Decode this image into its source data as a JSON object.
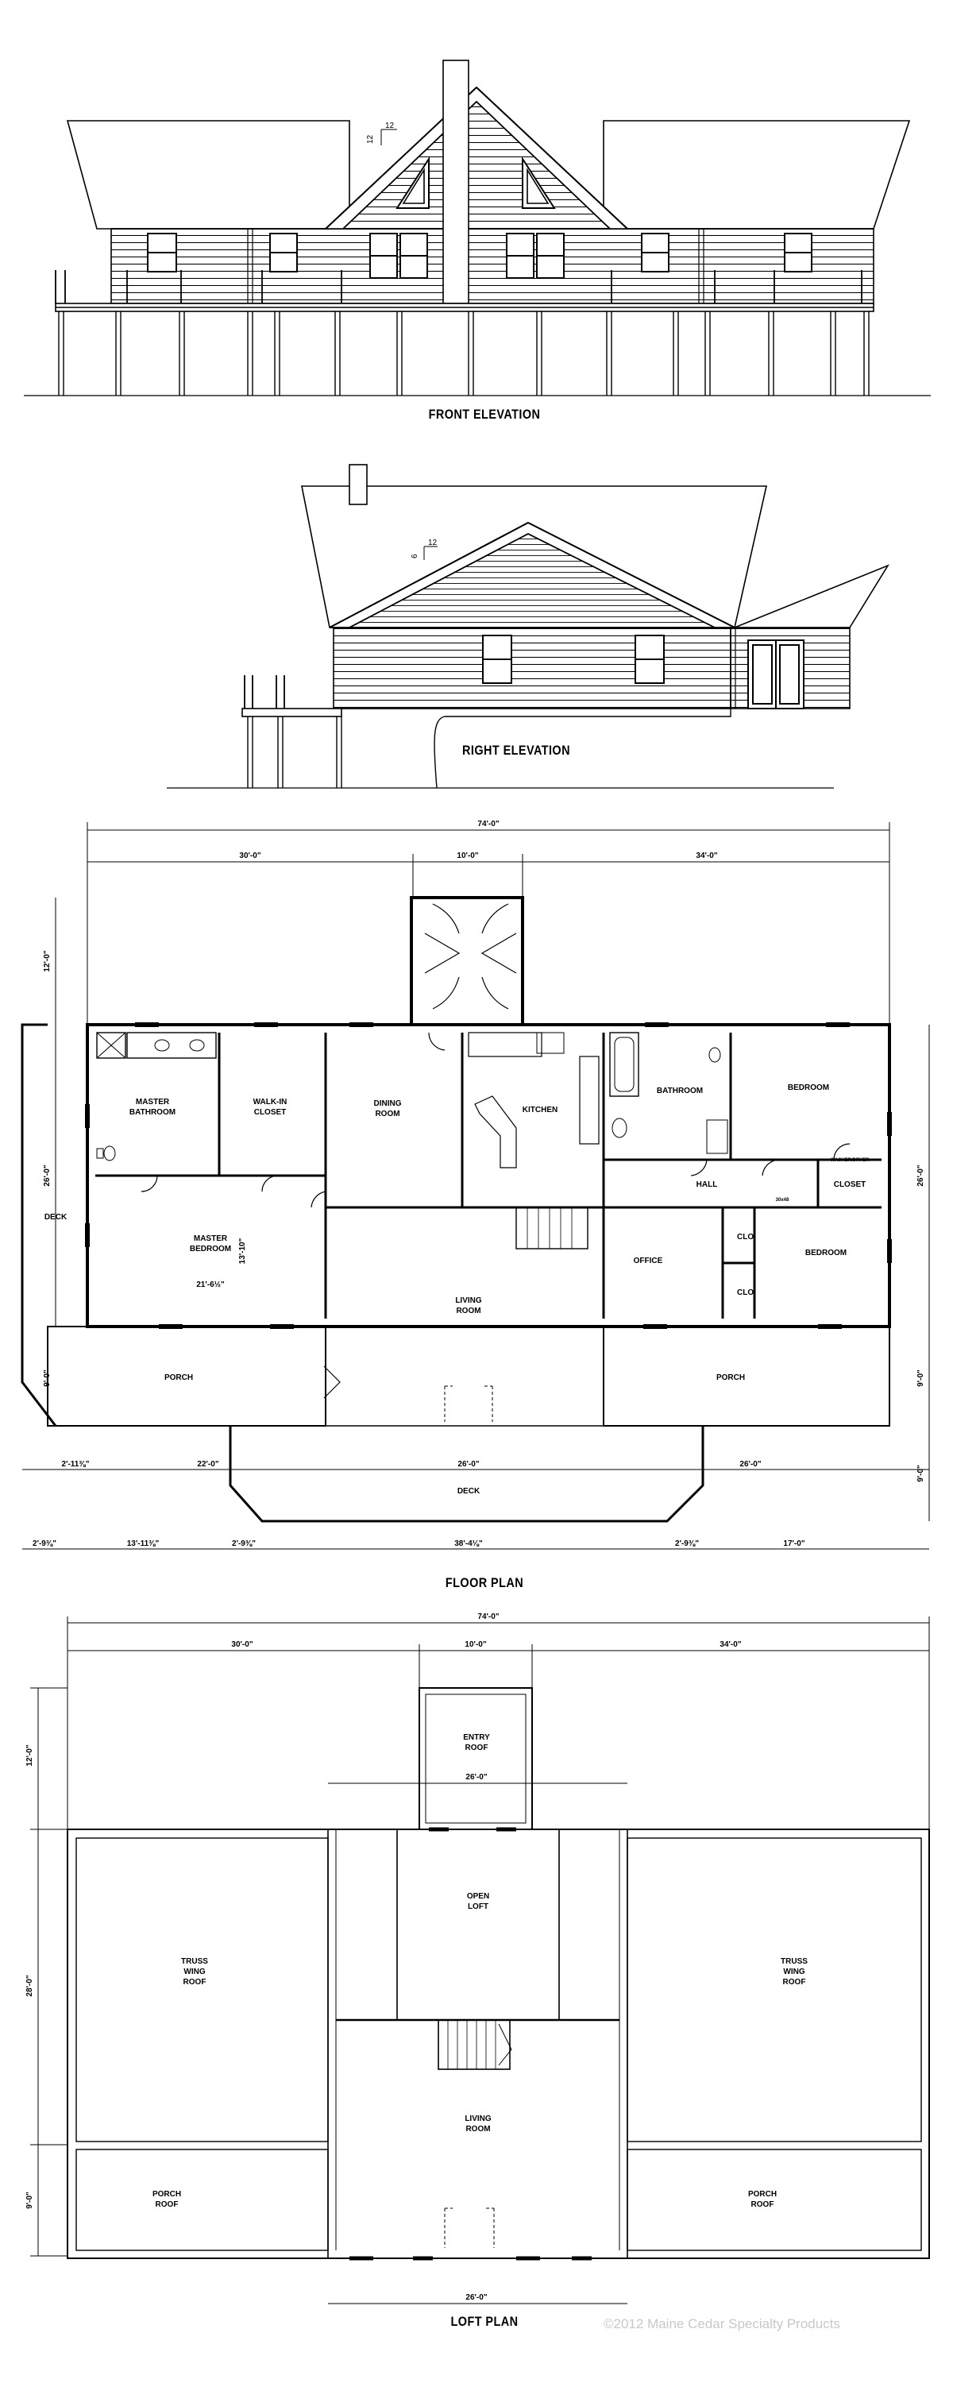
{
  "captions": {
    "front_elevation": "FRONT ELEVATION",
    "right_elevation": "RIGHT ELEVATION",
    "floor_plan": "FLOOR PLAN",
    "loft_plan": "LOFT PLAN"
  },
  "pitch": {
    "front_rise": "12",
    "front_run": "12",
    "right_rise": "6",
    "right_run": "12"
  },
  "floor_plan": {
    "rooms": {
      "master_bathroom": [
        "MASTER",
        "BATHROOM"
      ],
      "walk_in_closet": [
        "WALK-IN",
        "CLOSET"
      ],
      "dining_room": [
        "DINING",
        "ROOM"
      ],
      "kitchen": "KITCHEN",
      "bathroom": "BATHROOM",
      "bedroom_ne": "BEDROOM",
      "hall": "HALL",
      "closet": "CLOSET",
      "master_bedroom": [
        "MASTER",
        "BEDROOM"
      ],
      "office": "OFFICE",
      "clo_1": "CLO.",
      "clo_2": "CLO.",
      "bedroom_se": "BEDROOM",
      "living_room": [
        "LIVING",
        "ROOM"
      ],
      "porch_left": "PORCH",
      "porch_right": "PORCH",
      "deck_left": "DECK",
      "deck_front": "DECK",
      "washer_dryer": "WASHER/DRYER",
      "stack": "30x48"
    },
    "dimensions": {
      "overall": "74'-0\"",
      "seg_left": "30'-0\"",
      "seg_mid": "10'-0\"",
      "seg_right": "34'-0\"",
      "entry_depth": "12'-0\"",
      "left_depth": "26'-0\"",
      "right_depth": "26'-0\"",
      "porch_depth_left": "9'-0\"",
      "porch_depth_right": "9'-0\"",
      "deck_depth_right": "9'-0\"",
      "mb_width": "21'-6½\"",
      "mb_depth": "13'-10\"",
      "b_left": "2'-11⅜\"",
      "b_22": "22'-0\"",
      "b_26a": "26'-0\"",
      "b_26b": "26'-0\"",
      "c_left": "2'-9⅜\"",
      "c_13": "13'-11⅜\"",
      "c_29a": "2'-9⅜\"",
      "c_38": "38'-4⅛\"",
      "c_29b": "2'-9⅜\"",
      "c_17": "17'-0\""
    }
  },
  "loft_plan": {
    "rooms": {
      "entry_roof": [
        "ENTRY",
        "ROOF"
      ],
      "open_loft": [
        "OPEN",
        "LOFT"
      ],
      "truss_left": [
        "TRUSS",
        "WING",
        "ROOF"
      ],
      "truss_right": [
        "TRUSS",
        "WING",
        "ROOF"
      ],
      "living_room": [
        "LIVING",
        "ROOM"
      ],
      "porch_left": [
        "PORCH",
        "ROOF"
      ],
      "porch_right": [
        "PORCH",
        "ROOF"
      ]
    },
    "dimensions": {
      "overall": "74'-0\"",
      "seg_left": "30'-0\"",
      "seg_mid": "10'-0\"",
      "seg_right": "34'-0\"",
      "entry_depth": "12'-0\"",
      "main_depth": "28'-0\"",
      "porch_depth": "9'-0\"",
      "loft_width_top": "26'-0\"",
      "loft_width_bottom": "26'-0\""
    }
  },
  "copyright": "©2012 Maine Cedar Specialty Products"
}
